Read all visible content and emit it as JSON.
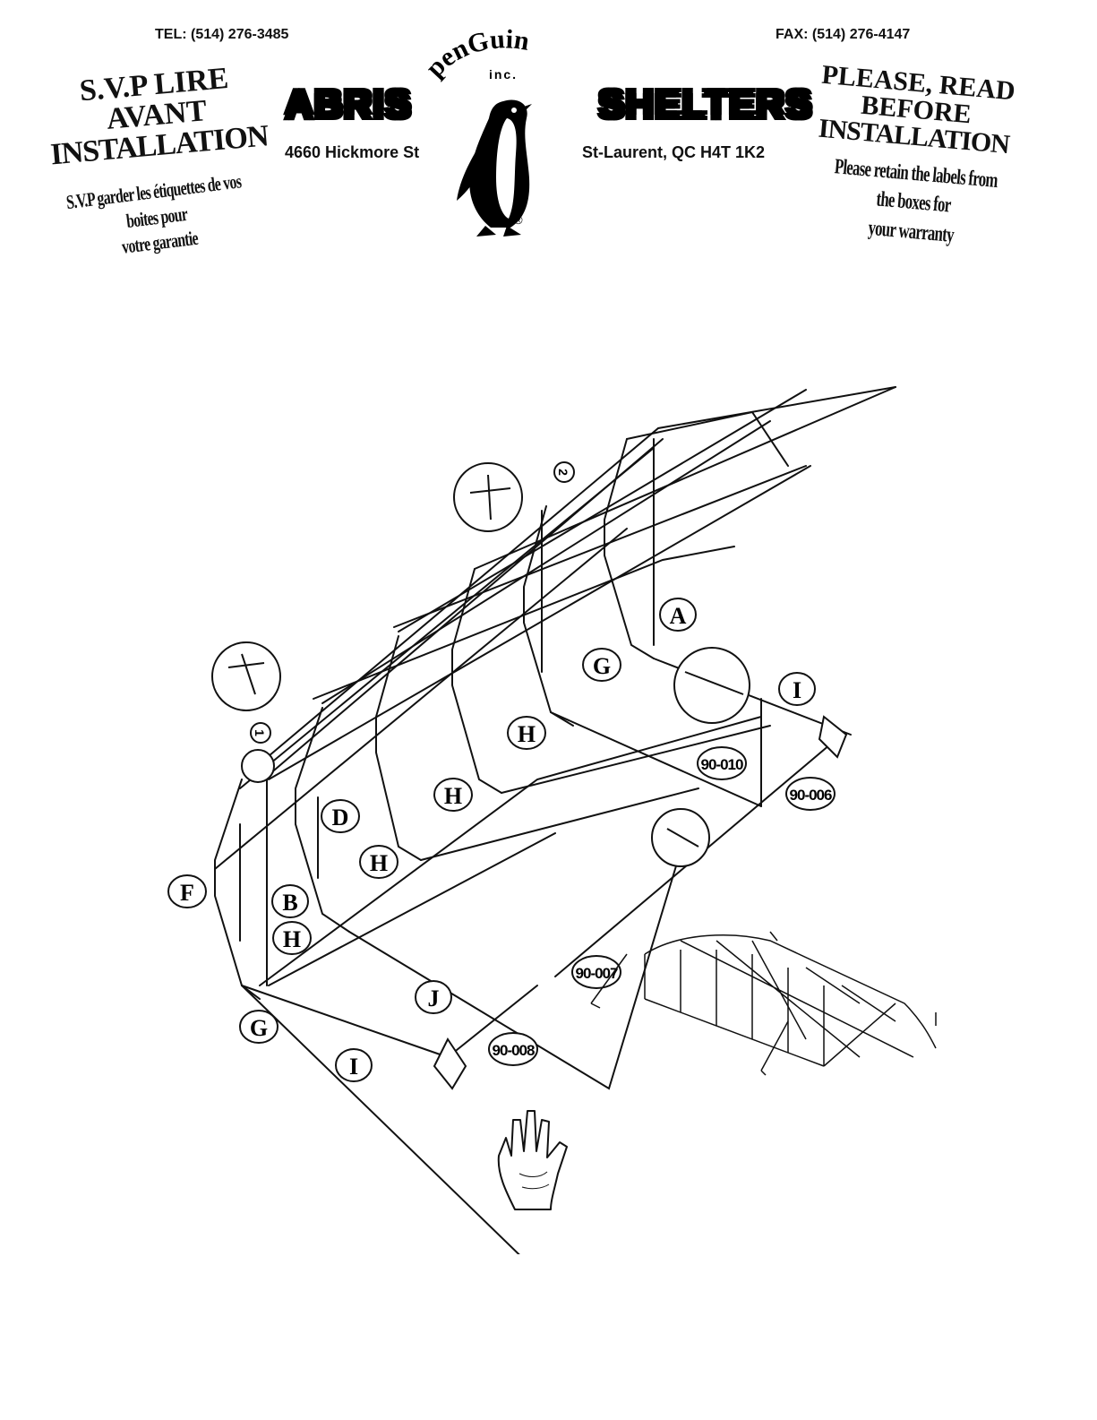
{
  "header": {
    "tel": "TEL: (514) 276-3485",
    "fax": "FAX: (514) 276-4147",
    "logo_word": "penGuin",
    "logo_sub": "inc.",
    "logo_reg": "®",
    "brand_left": "ABRIS",
    "brand_right": "SHELTERS",
    "address_left": "4660 Hickmore St",
    "address_right": "St-Laurent, QC H4T 1K2"
  },
  "notice_fr": {
    "line1": "S.V.P LIRE",
    "line2": "AVANT",
    "line3": "INSTALLATION",
    "sub1": "S.V.P garder les étiquettes de vos",
    "sub2": "boites pour",
    "sub3": "votre garantie"
  },
  "notice_en": {
    "line1": "PLEASE, READ",
    "line2": "BEFORE",
    "line3": "INSTALLATION",
    "sub1": "Please retain the labels from",
    "sub2": "the boxes for",
    "sub3": "your warranty"
  },
  "diagram": {
    "part_labels": {
      "A": "A",
      "B": "B",
      "D": "D",
      "F": "F",
      "G1": "G",
      "G2": "G",
      "H1": "H",
      "H2": "H",
      "H3": "H",
      "H4": "H",
      "I1": "I",
      "I2": "I",
      "J": "J"
    },
    "part_numbers": {
      "p010": "90-010",
      "p006": "90-006",
      "p007": "90-007",
      "p008": "90-008"
    },
    "detail_numbers": {
      "d1": "1",
      "d2": "2"
    },
    "icons": [
      "penguin-logo",
      "glove-icon",
      "detail-magnifier-icon",
      "completed-shelter-icon",
      "ground-anchor-icon"
    ]
  }
}
